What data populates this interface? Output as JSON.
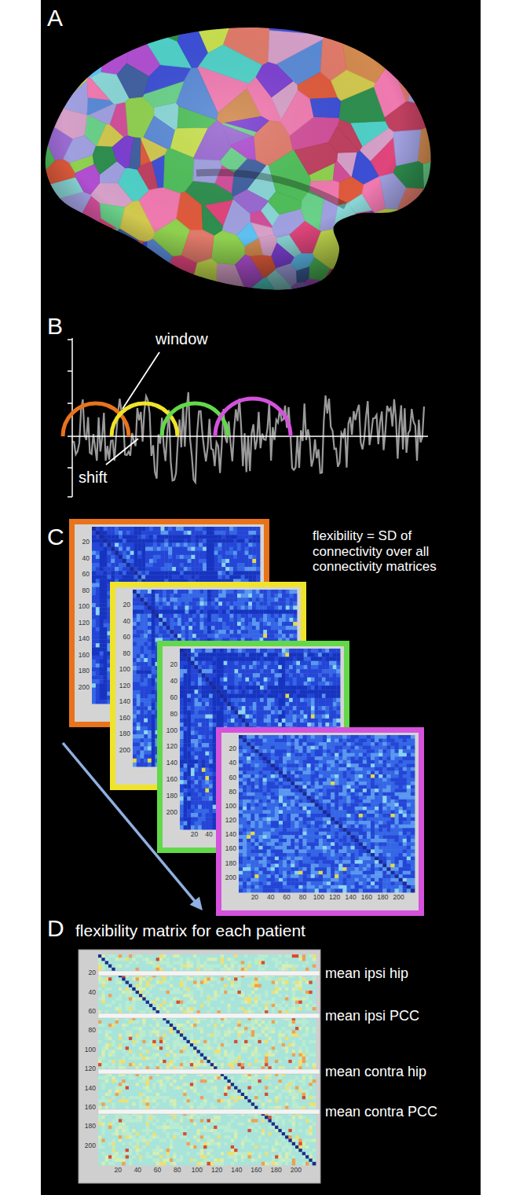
{
  "diagram": {
    "labels": [
      "A",
      "B",
      "window",
      "shift",
      "C",
      "flexibility = SD of connectivity over all connectivity matrices",
      "20",
      "40",
      "60",
      "80",
      "100",
      "120",
      "140",
      "160",
      "180",
      "200",
      "20",
      "40",
      "60",
      "80",
      "100",
      "120",
      "140",
      "160",
      "180",
      "200",
      "20",
      "40",
      "60",
      "80",
      "100",
      "120",
      "140",
      "160",
      "180",
      "200",
      "20",
      "40",
      "20",
      "40",
      "60",
      "80",
      "100",
      "120",
      "140",
      "160",
      "180",
      "200",
      "20",
      "40",
      "60",
      "80",
      "100",
      "120",
      "140",
      "160",
      "180",
      "200",
      "D",
      "flexibility matrix for each patient",
      "mean ipsi hip",
      "mean ipsi PCC",
      "mean contra hip",
      "mean contra PCC",
      "20",
      "40",
      "60",
      "80",
      "100",
      "120",
      "140",
      "160",
      "180",
      "200",
      "20",
      "40",
      "60",
      "80",
      "100",
      "120",
      "140",
      "160",
      "180",
      "200"
    ]
  }
}
